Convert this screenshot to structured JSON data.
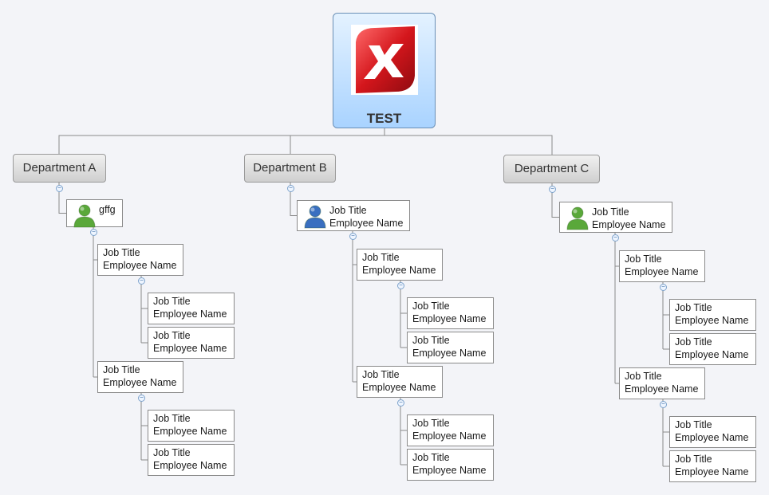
{
  "root": {
    "title": "TEST",
    "icon": "xmind-logo-icon"
  },
  "departments": [
    {
      "label": "Department A",
      "manager": {
        "line1": "gffg",
        "line2": "",
        "icon": "person-green-icon"
      },
      "groups": [
        {
          "line1": "Job Title",
          "line2": "Employee Name",
          "children": [
            {
              "line1": "Job Title",
              "line2": "Employee Name"
            },
            {
              "line1": "Job Title",
              "line2": "Employee Name"
            }
          ]
        },
        {
          "line1": "Job Title",
          "line2": "Employee Name",
          "children": [
            {
              "line1": "Job Title",
              "line2": "Employee Name"
            },
            {
              "line1": "Job Title",
              "line2": "Employee Name"
            }
          ]
        }
      ]
    },
    {
      "label": "Department B",
      "manager": {
        "line1": "Job Title",
        "line2": "Employee Name",
        "icon": "person-blue-icon"
      },
      "groups": [
        {
          "line1": "Job Title",
          "line2": "Employee Name",
          "children": [
            {
              "line1": "Job Title",
              "line2": "Employee Name"
            },
            {
              "line1": "Job Title",
              "line2": "Employee Name"
            }
          ]
        },
        {
          "line1": "Job Title",
          "line2": "Employee Name",
          "children": [
            {
              "line1": "Job Title",
              "line2": "Employee Name"
            },
            {
              "line1": "Job Title",
              "line2": "Employee Name"
            }
          ]
        }
      ]
    },
    {
      "label": "Department C",
      "manager": {
        "line1": "Job Title",
        "line2": "Employee Name",
        "icon": "person-green-icon"
      },
      "groups": [
        {
          "line1": "Job Title",
          "line2": "Employee Name",
          "children": [
            {
              "line1": "Job Title",
              "line2": "Employee Name"
            },
            {
              "line1": "Job Title",
              "line2": "Employee Name"
            }
          ]
        },
        {
          "line1": "Job Title",
          "line2": "Employee Name",
          "children": [
            {
              "line1": "Job Title",
              "line2": "Employee Name"
            },
            {
              "line1": "Job Title",
              "line2": "Employee Name"
            }
          ]
        }
      ]
    }
  ],
  "colors": {
    "root_fill": "#a9d3ff",
    "connector": "#8a8a8a",
    "person_green": "#5aa83a",
    "person_blue": "#3a6fc0"
  }
}
